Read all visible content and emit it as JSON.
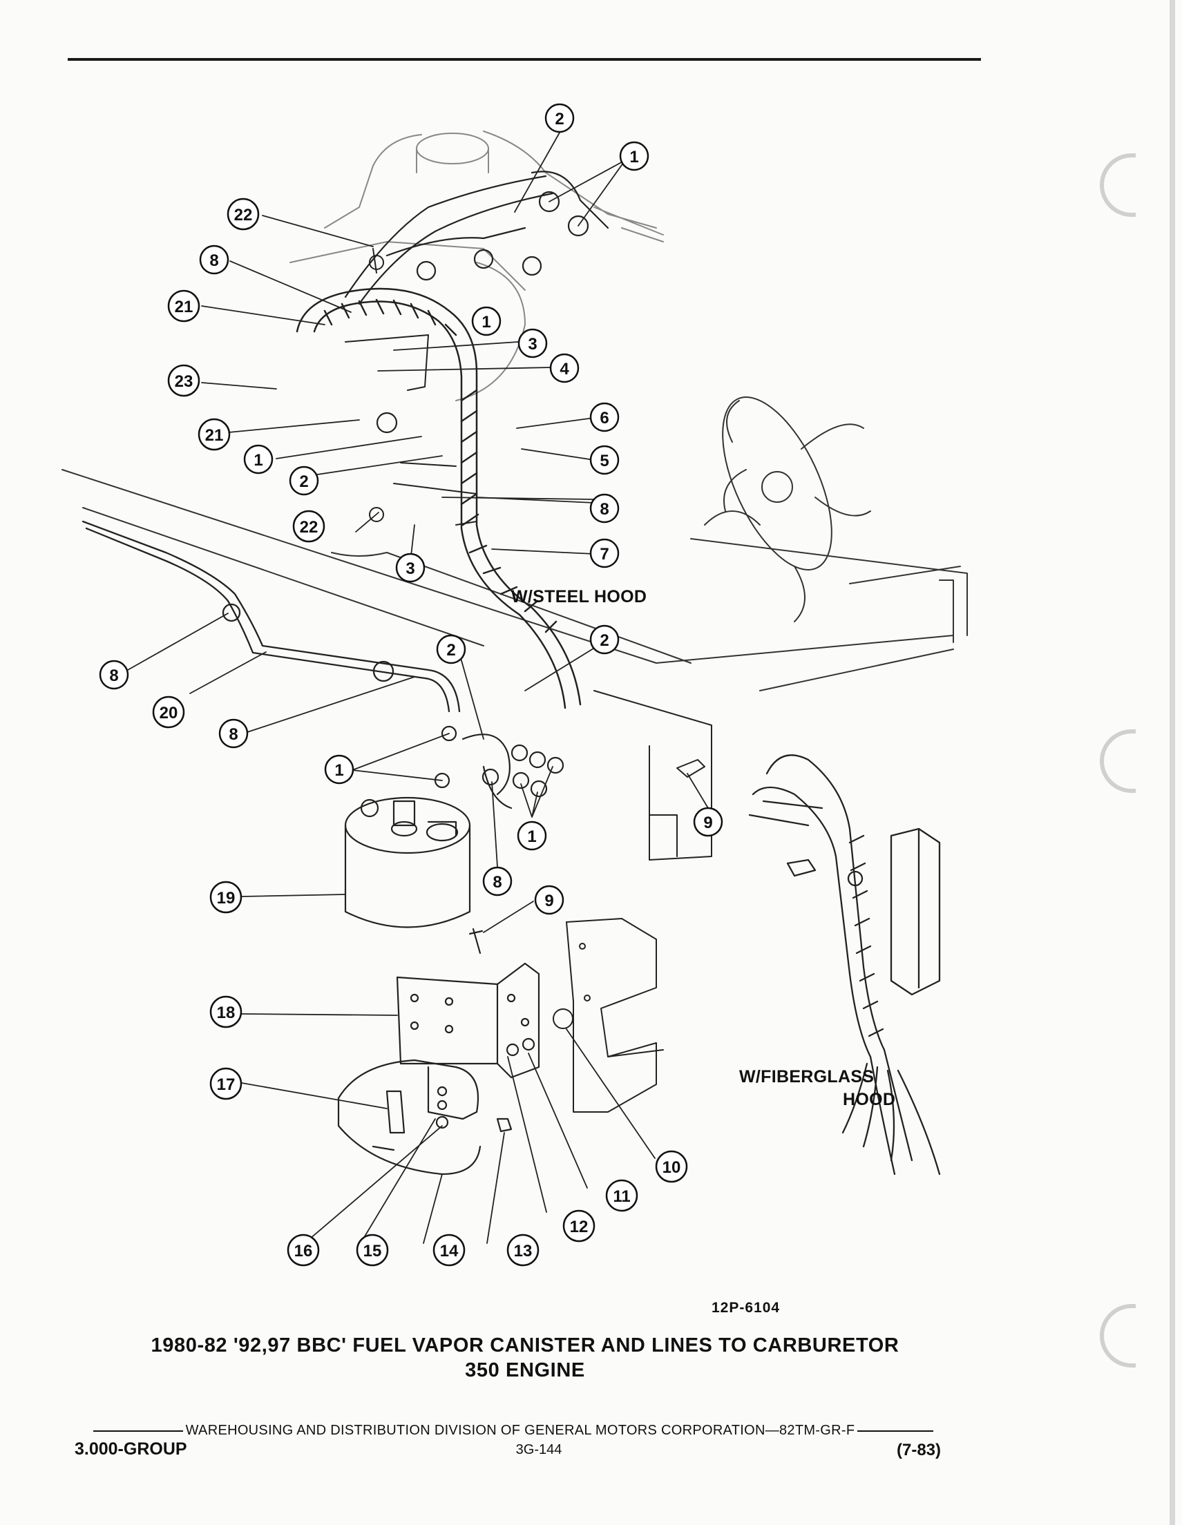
{
  "callouts": [
    "1",
    "2",
    "3",
    "4",
    "5",
    "6",
    "7",
    "8",
    "9",
    "10",
    "11",
    "12",
    "13",
    "14",
    "15",
    "16",
    "17",
    "18",
    "19",
    "20",
    "21",
    "22",
    "23"
  ],
  "labels": {
    "steel_hood": "W/STEEL HOOD",
    "fiberglass_hood_1": "W/FIBERGLASS",
    "fiberglass_hood_2": "HOOD"
  },
  "figure_id": "12P-6104",
  "caption": {
    "line1": "1980-82 '92,97 BBC' FUEL VAPOR CANISTER AND LINES TO CARBURETOR",
    "line2": "350 ENGINE"
  },
  "footer": {
    "publisher": "WAREHOUSING AND DISTRIBUTION DIVISION OF GENERAL MOTORS CORPORATION—82TM-GR-F",
    "group": "3.000-GROUP",
    "page": "3G-144",
    "revision": "(7-83)"
  }
}
